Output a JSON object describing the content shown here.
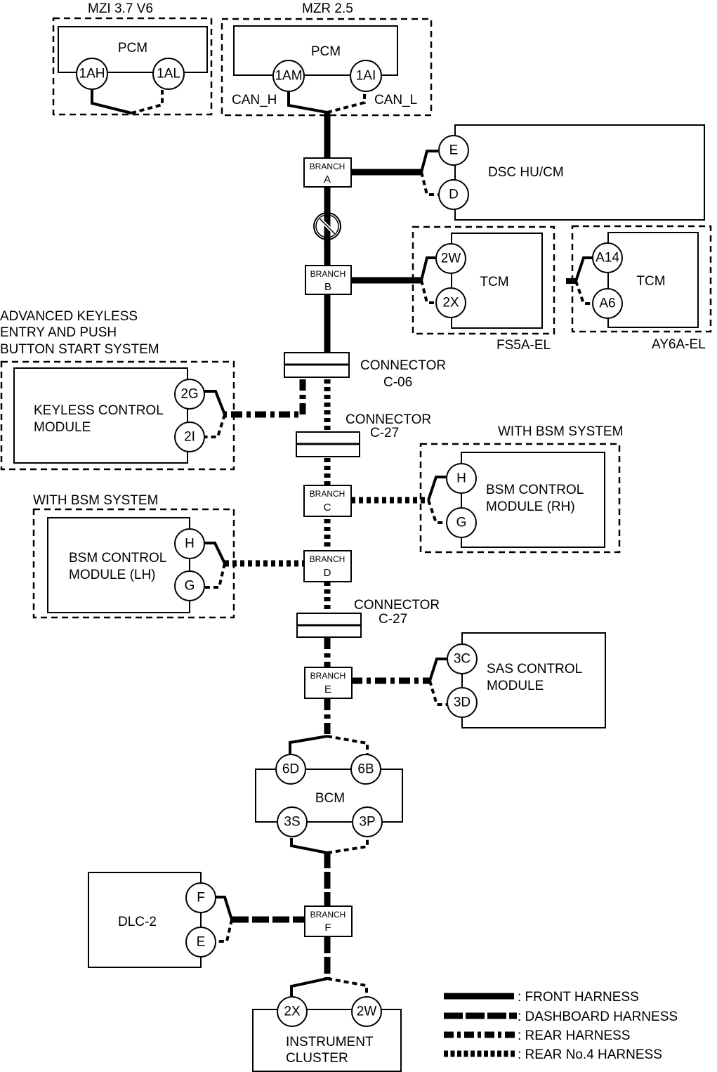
{
  "diagram": {
    "type": "CAN system wiring diagram",
    "pcm_variants": [
      {
        "variant": "MZI 3.7 V6",
        "module": "PCM",
        "pins": [
          "1AH",
          "1AL"
        ]
      },
      {
        "variant": "MZR 2.5",
        "module": "PCM",
        "pins": [
          "1AM",
          "1AI"
        ],
        "can_h": "CAN_H",
        "can_l": "CAN_L"
      }
    ],
    "dsc": {
      "module": "DSC HU/CM",
      "pins": [
        "E",
        "D"
      ]
    },
    "joint_connector_symbol": "no-connection-symbol",
    "tcm_variants": [
      {
        "variant": "FS5A-EL",
        "module": "TCM",
        "pins": [
          "2W",
          "2X"
        ]
      },
      {
        "variant": "AY6A-EL",
        "module": "TCM",
        "pins": [
          "A14",
          "A6"
        ]
      }
    ],
    "keyless": {
      "system_label_lines": [
        "ADVANCED KEYLESS",
        "ENTRY AND PUSH",
        "BUTTON START SYSTEM"
      ],
      "module_lines": [
        "KEYLESS CONTROL",
        "MODULE"
      ],
      "pins": [
        "2G",
        "2I"
      ]
    },
    "connectors": [
      {
        "label": "CONNECTOR",
        "id": "C-06"
      },
      {
        "label": "CONNECTOR",
        "id": "C-27"
      },
      {
        "label": "CONNECTOR",
        "id": "C-27"
      }
    ],
    "branches": [
      {
        "label": "BRANCH",
        "id": "A"
      },
      {
        "label": "BRANCH",
        "id": "B"
      },
      {
        "label": "BRANCH",
        "id": "C"
      },
      {
        "label": "BRANCH",
        "id": "D"
      },
      {
        "label": "BRANCH",
        "id": "E"
      },
      {
        "label": "BRANCH",
        "id": "F"
      }
    ],
    "bsm_rh": {
      "system_label": "WITH BSM SYSTEM",
      "module_lines": [
        "BSM CONTROL",
        "MODULE (RH)"
      ],
      "pins": [
        "H",
        "G"
      ]
    },
    "bsm_lh": {
      "system_label": "WITH BSM SYSTEM",
      "module_lines": [
        "BSM CONTROL",
        "MODULE (LH)"
      ],
      "pins": [
        "H",
        "G"
      ]
    },
    "sas": {
      "module_lines": [
        "SAS CONTROL",
        "MODULE"
      ],
      "pins": [
        "3C",
        "3D"
      ]
    },
    "bcm": {
      "module": "BCM",
      "pins_top": [
        "6D",
        "6B"
      ],
      "pins_bottom": [
        "3S",
        "3P"
      ]
    },
    "dlc": {
      "module": "DLC-2",
      "pins": [
        "F",
        "E"
      ]
    },
    "cluster": {
      "module_lines": [
        "INSTRUMENT",
        "CLUSTER"
      ],
      "pins": [
        "2X",
        "2W"
      ]
    },
    "legend": [
      {
        "style": "front",
        "label": ": FRONT HARNESS"
      },
      {
        "style": "dashboard",
        "label": ": DASHBOARD HARNESS"
      },
      {
        "style": "rear",
        "label": ": REAR HARNESS"
      },
      {
        "style": "rear4",
        "label": ": REAR No.4 HARNESS"
      }
    ]
  }
}
